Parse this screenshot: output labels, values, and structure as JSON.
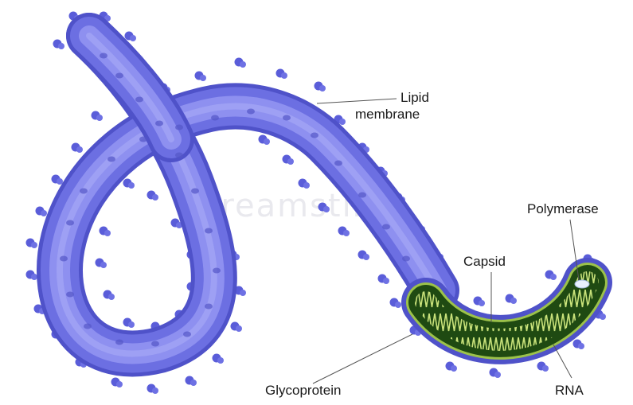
{
  "colors": {
    "membrane_outer": "#5c5fd6",
    "membrane_mid": "#7174e6",
    "membrane_light": "#9a9cf3",
    "glycoprotein": "#5a5dd9",
    "capsid_dark": "#1f4a12",
    "capsid_fill": "#3a6b1c",
    "rna": "#c9e27a",
    "polymerase": "#e8f0ff"
  },
  "labels": {
    "lipid_membrane_line1": "Lipid",
    "lipid_membrane_line2": "membrane",
    "polymerase": "Polymerase",
    "capsid": "Capsid",
    "glycoprotein": "Glycoprotein",
    "rna": "RNA"
  },
  "watermark": "dreamstime"
}
